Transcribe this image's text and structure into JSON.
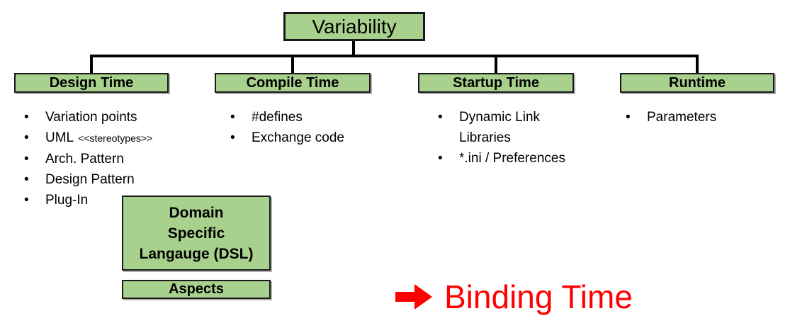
{
  "diagram": {
    "title": "Variability",
    "bullet": "•",
    "branches": [
      {
        "label": "Design Time",
        "items": [
          {
            "text": "Variation points"
          },
          {
            "text": "UML",
            "small": "<<stereotypes>>"
          },
          {
            "text": "Arch. Pattern"
          },
          {
            "text": "Design Pattern"
          },
          {
            "text": "Plug-In"
          }
        ]
      },
      {
        "label": "Compile Time",
        "items": [
          {
            "text": "#defines"
          },
          {
            "text": "Exchange code"
          }
        ]
      },
      {
        "label": "Startup Time",
        "items": [
          {
            "text": "Dynamic Link Libraries"
          },
          {
            "text": "*.ini / Preferences"
          }
        ]
      },
      {
        "label": "Runtime",
        "items": [
          {
            "text": "Parameters"
          }
        ]
      }
    ],
    "extra_boxes": {
      "dsl": {
        "line1": "Domain",
        "line2": "Specific",
        "line3": "Langauge (DSL)"
      },
      "aspects": "Aspects"
    },
    "annotation": {
      "label": "Binding Time",
      "icon": "right-arrow"
    },
    "colors": {
      "box_fill": "#A9D18E",
      "box_border": "#1A1A1A",
      "connector": "#000000",
      "text": "#000000",
      "highlight": "#FF0000",
      "background": "#FFFFFF"
    }
  }
}
